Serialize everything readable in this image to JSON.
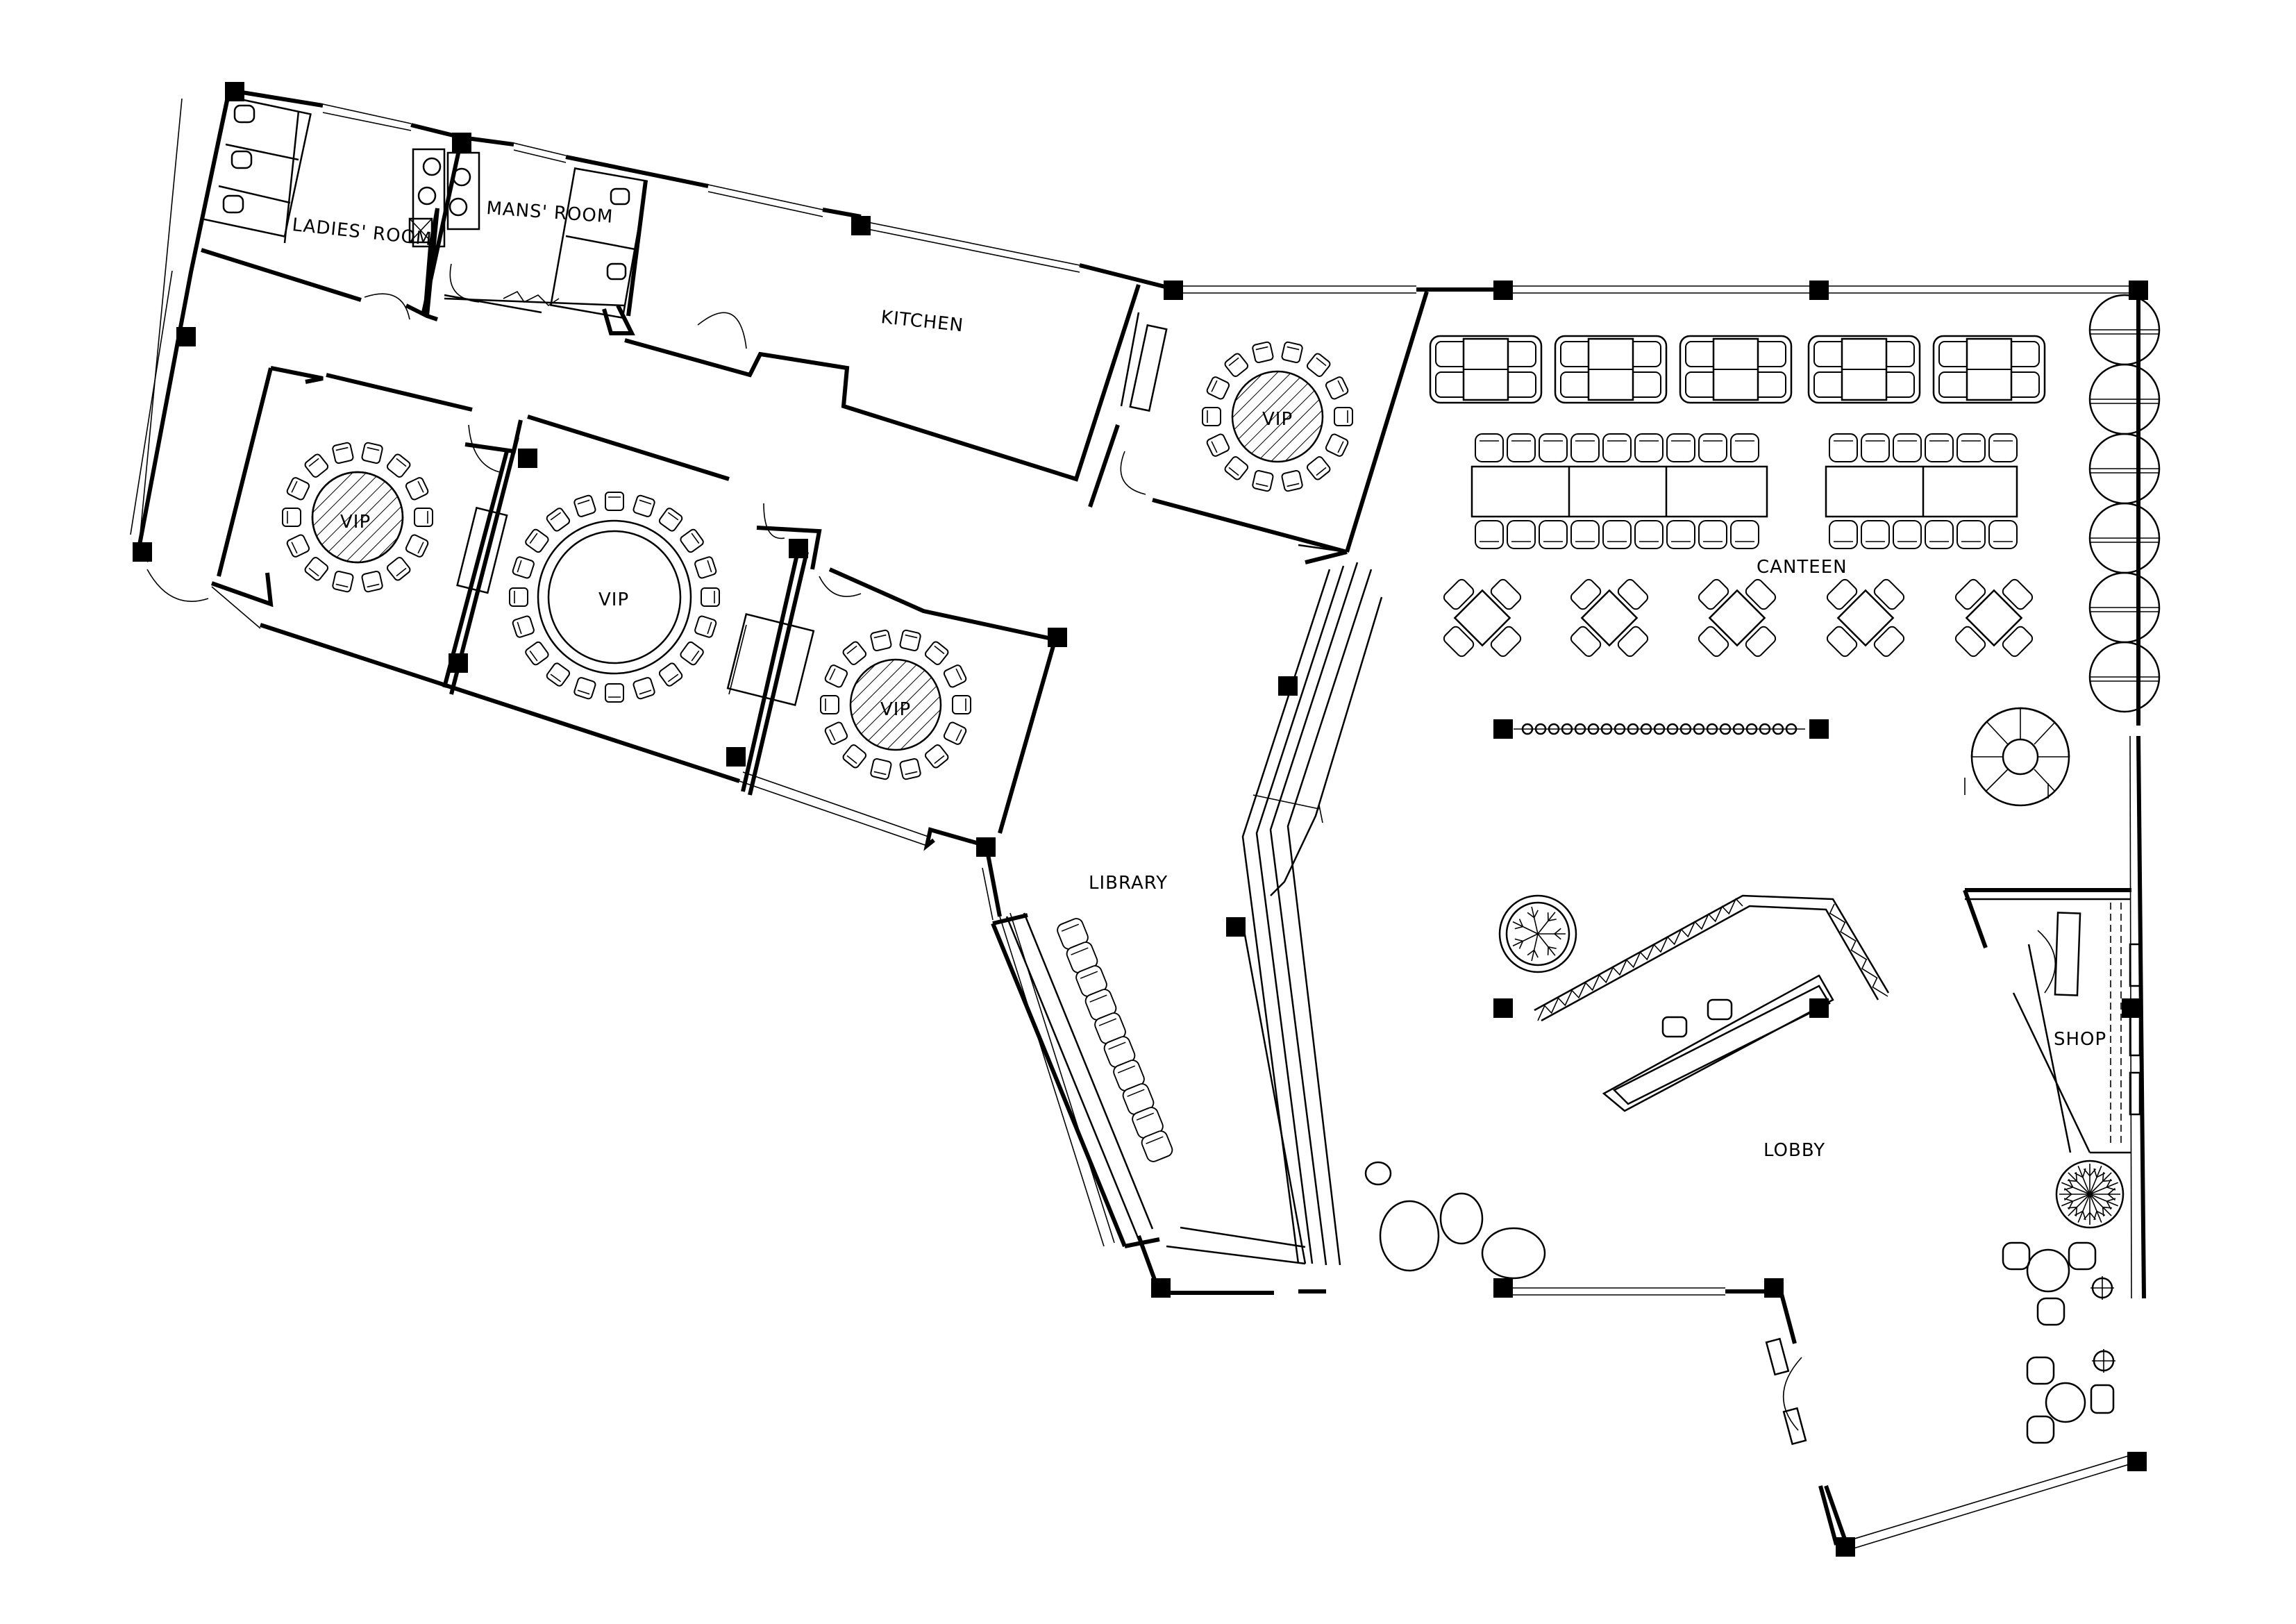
{
  "rooms": {
    "ladies": "LADIES' ROOM",
    "mens": "MANS' ROOM",
    "kitchen": "KITCHEN",
    "vip_1": "VIP",
    "vip_2": "VIP",
    "vip_3": "VIP",
    "vip_4": "VIP",
    "library": "LIBRARY",
    "canteen": "CANTEEN",
    "shop": "SHOP",
    "lobby": "LOBBY"
  },
  "colors": {
    "ink": "#000000",
    "paper": "#ffffff"
  }
}
